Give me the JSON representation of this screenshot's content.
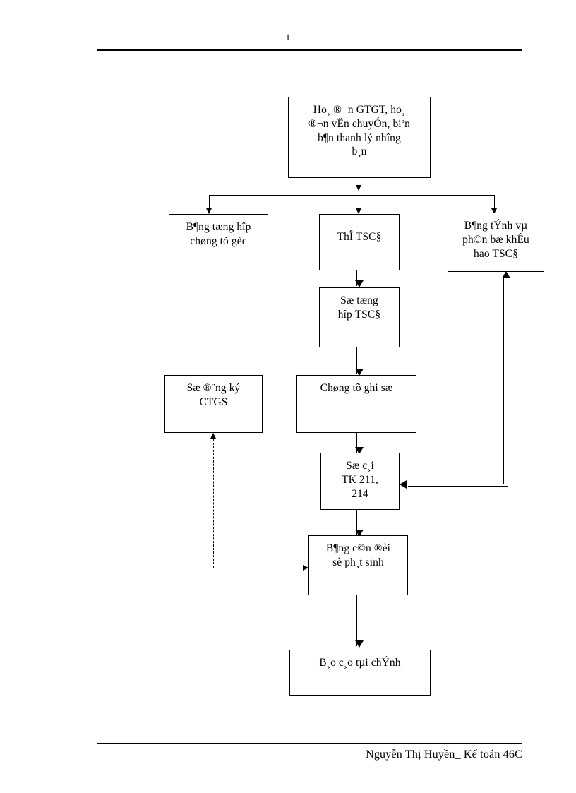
{
  "page": {
    "number": "1",
    "footer": "Nguyễn Thị Huyền_ Kế toán 46C"
  },
  "diagram": {
    "type": "flowchart",
    "title": "",
    "nodes": [
      {
        "id": "source-documents",
        "lines": [
          "Ho¸ ®¬n GTGT, ho¸",
          "®¬n vËn chuyÓn, biªn",
          "b¶n thanh lý nh­îng",
          "b¸n"
        ]
      },
      {
        "id": "increase-decrease-summary",
        "lines": [
          "B¶ng tæng hîp",
          "chøng tõ gèc"
        ]
      },
      {
        "id": "fixed-asset-card",
        "lines": [
          "ThÎ TSC§"
        ]
      },
      {
        "id": "depreciation-allocation-table",
        "lines": [
          "B¶ng tÝnh vµ",
          "ph©n bæ khÊu",
          "hao TSC§"
        ]
      },
      {
        "id": "fixed-asset-general-ledger",
        "lines": [
          "Sæ tæng",
          "hîp TSC§"
        ]
      },
      {
        "id": "ctgs-registration-book",
        "lines": [
          "Sæ ®¨ng ký",
          "CTGS"
        ]
      },
      {
        "id": "accounting-voucher",
        "lines": [
          "Chøng tõ ghi sæ"
        ]
      },
      {
        "id": "ledger-tk-211-214",
        "lines": [
          "Sæ c¸i",
          "TK 211,",
          "214"
        ]
      },
      {
        "id": "trial-balance",
        "lines": [
          "B¶ng c©n ®èi",
          "sè ph¸t sinh"
        ]
      },
      {
        "id": "financial-statements",
        "lines": [
          "B¸o c¸o tµi chÝnh"
        ]
      }
    ]
  }
}
